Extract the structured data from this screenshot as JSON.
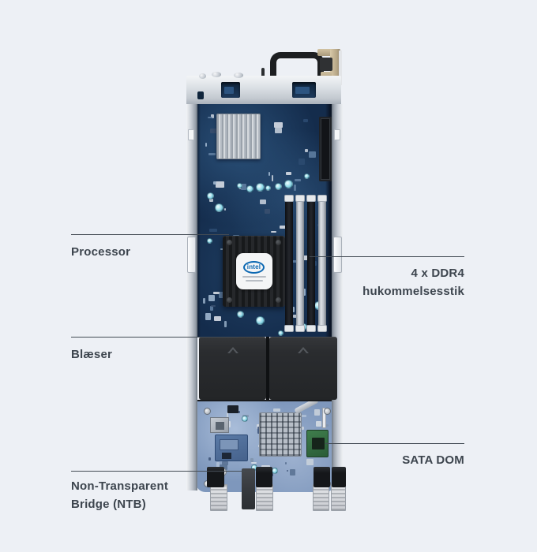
{
  "colors": {
    "background": "#edf0f5",
    "text": "#3d454e",
    "callout_line": "#434b54",
    "pcb_dark": "#16304f",
    "pcb_light": "#8aa4c6",
    "fan_black": "#2b2d30",
    "sata_dom_green": "#3f7d4c",
    "intel_blue": "#0a67b2"
  },
  "callouts": {
    "processor": {
      "label": "Processor"
    },
    "memory": {
      "lines": [
        "4 x DDR4",
        "hukommelsesstik"
      ]
    },
    "fan": {
      "label": "Blæser"
    },
    "sata_dom": {
      "label": "SATA DOM"
    },
    "ntb": {
      "lines": [
        "Non-Transparent",
        "Bridge (NTB)"
      ]
    }
  },
  "device": {
    "cpu_logo": "intel"
  }
}
